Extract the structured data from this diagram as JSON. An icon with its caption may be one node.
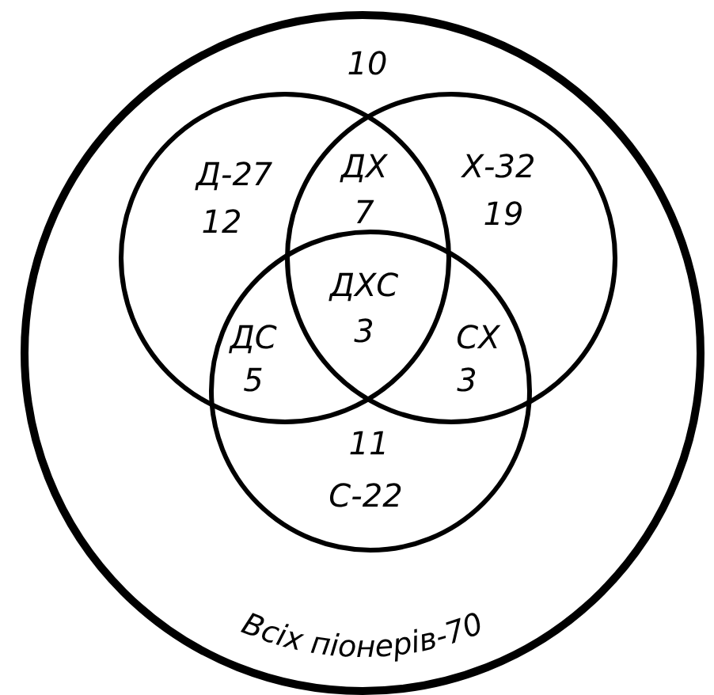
{
  "diagram": {
    "nodes": [
      {
        "text": [
          "10",
          "Всіх піонерів-70"
        ]
      },
      {
        "text": [
          "Д-27",
          "12"
        ],
        "in": 0
      },
      {
        "text": [
          "Х-32",
          "19"
        ],
        "in": 0
      },
      {
        "text": [
          "11",
          "С-22"
        ],
        "in": 0
      }
    ],
    "labels": [
      "ДХ",
      "7",
      "ДХС",
      "3",
      "ДС",
      "5",
      "СХ",
      "3"
    ]
  }
}
